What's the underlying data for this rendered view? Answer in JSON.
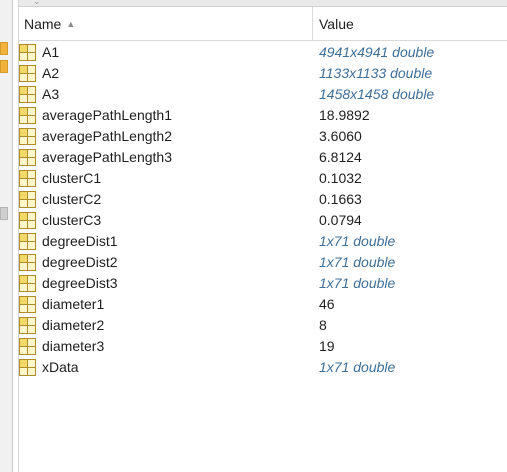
{
  "header": {
    "name_label": "Name",
    "value_label": "Value"
  },
  "variables": [
    {
      "name": "A1",
      "value": "4941x4941 double",
      "kind": "size"
    },
    {
      "name": "A2",
      "value": "1133x1133 double",
      "kind": "size"
    },
    {
      "name": "A3",
      "value": "1458x1458 double",
      "kind": "size"
    },
    {
      "name": "averagePathLength1",
      "value": "18.9892",
      "kind": "scalar"
    },
    {
      "name": "averagePathLength2",
      "value": "3.6060",
      "kind": "scalar"
    },
    {
      "name": "averagePathLength3",
      "value": "6.8124",
      "kind": "scalar"
    },
    {
      "name": "clusterC1",
      "value": "0.1032",
      "kind": "scalar"
    },
    {
      "name": "clusterC2",
      "value": "0.1663",
      "kind": "scalar"
    },
    {
      "name": "clusterC3",
      "value": "0.0794",
      "kind": "scalar"
    },
    {
      "name": "degreeDist1",
      "value": "1x71 double",
      "kind": "size"
    },
    {
      "name": "degreeDist2",
      "value": "1x71 double",
      "kind": "size"
    },
    {
      "name": "degreeDist3",
      "value": "1x71 double",
      "kind": "size"
    },
    {
      "name": "diameter1",
      "value": "46",
      "kind": "scalar"
    },
    {
      "name": "diameter2",
      "value": "8",
      "kind": "scalar"
    },
    {
      "name": "diameter3",
      "value": "19",
      "kind": "scalar"
    },
    {
      "name": "xData",
      "value": "1x71 double",
      "kind": "size"
    }
  ],
  "icons": {
    "row_icon": "matrix-variable-icon",
    "sort": "sort-ascending-icon"
  },
  "colors": {
    "size_value": "#3e6f99",
    "text": "#1e1e1e",
    "icon_fill": "#fff6c9",
    "icon_border": "#b08a2a"
  }
}
